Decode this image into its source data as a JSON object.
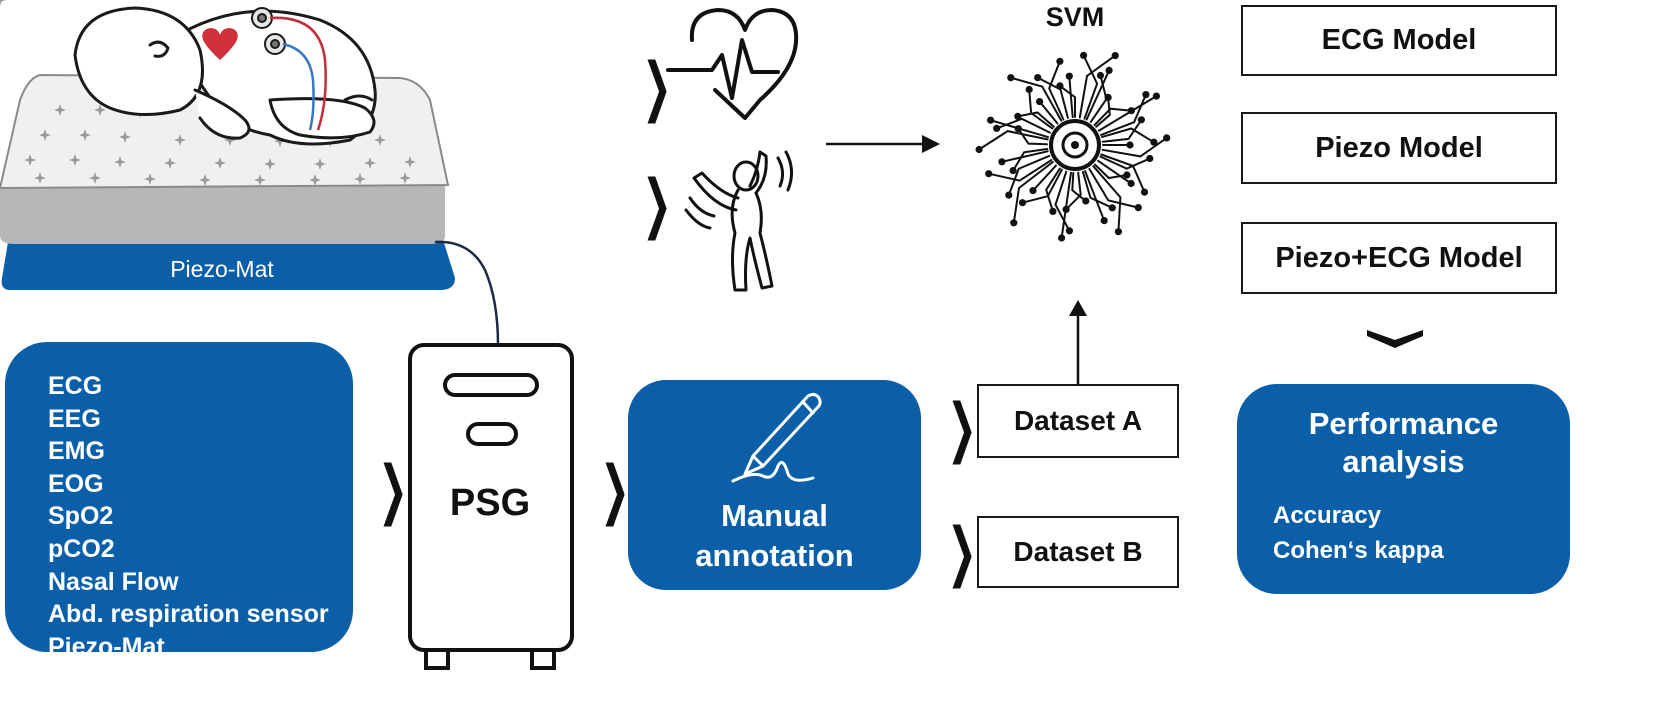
{
  "mat_label": "Piezo-Mat",
  "signals": [
    "ECG",
    "EEG",
    "EMG",
    "EOG",
    "SpO2",
    "pCO2",
    "Nasal Flow",
    "Abd. respiration sensor",
    "Piezo-Mat"
  ],
  "psg_label": "PSG",
  "annotation_label_line1": "Manual",
  "annotation_label_line2": "annotation",
  "dataset_a": "Dataset A",
  "dataset_b": "Dataset B",
  "svm_label": "SVM",
  "models": [
    "ECG Model",
    "Piezo Model",
    "Piezo+ECG Model"
  ],
  "performance": {
    "title_line1": "Performance",
    "title_line2": "analysis",
    "metrics": [
      "Accuracy",
      "Cohen‘s kappa"
    ]
  },
  "colors": {
    "accent_blue": "#0a5fa8",
    "heart_red": "#d0303a",
    "ink": "#111111"
  },
  "icons": [
    "infant-on-mattress-illustration",
    "heart-rate-icon",
    "movement-icon",
    "svm-circuit-icon",
    "pen-signature-icon",
    "psg-device-icon"
  ]
}
